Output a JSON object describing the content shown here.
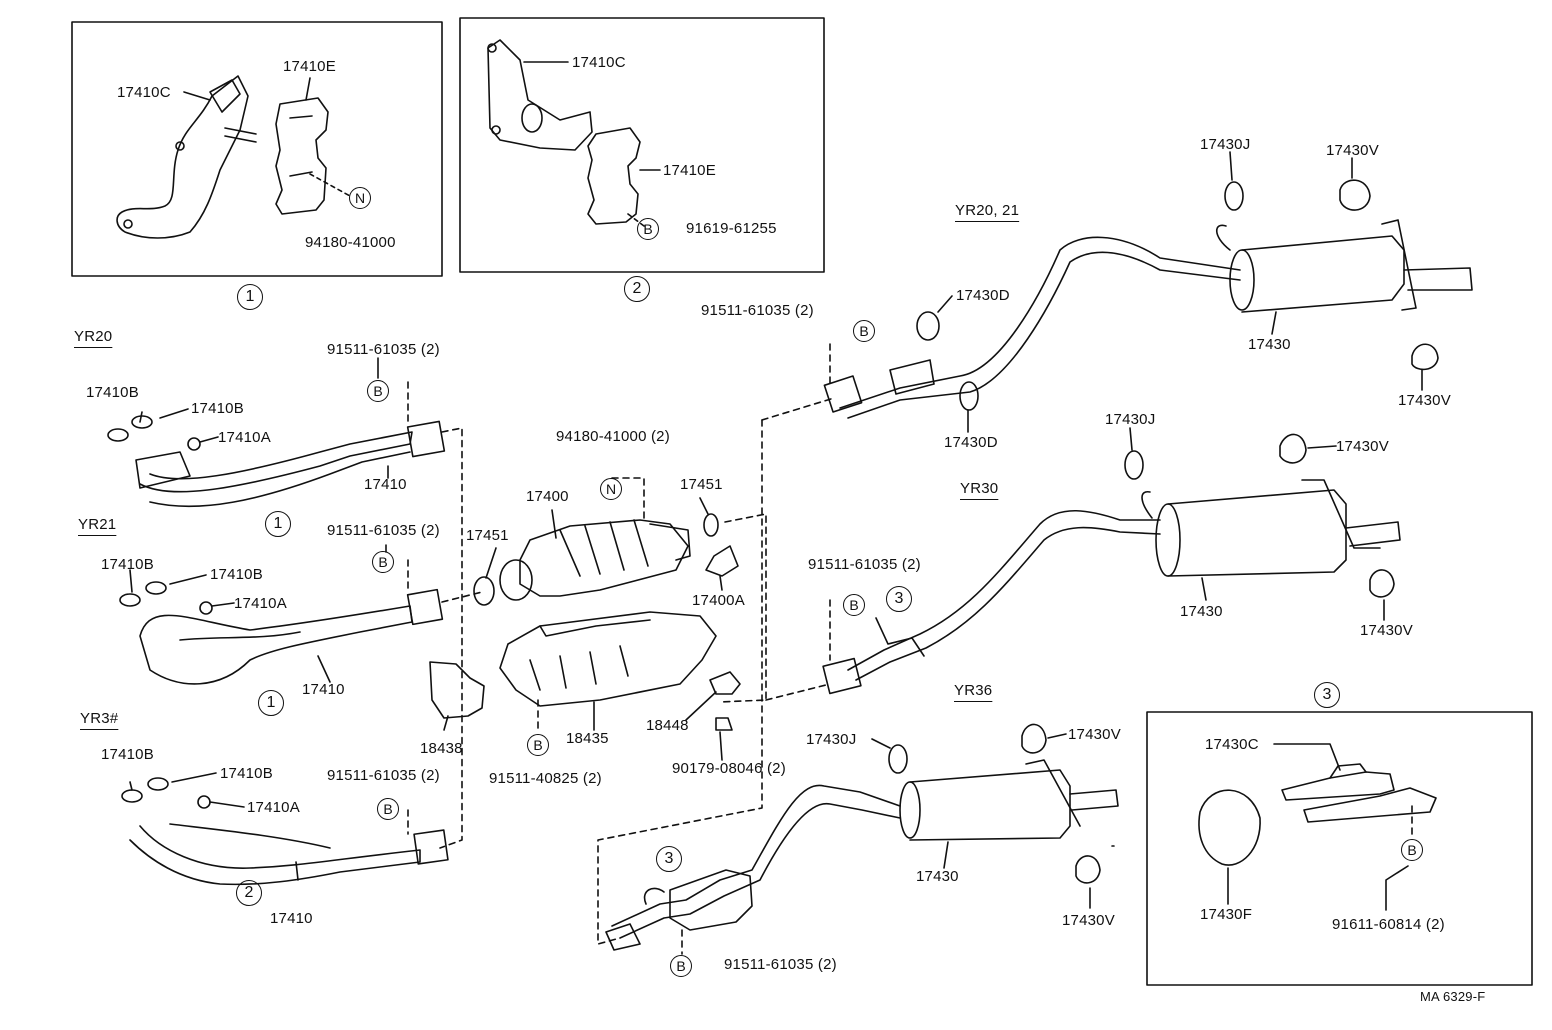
{
  "drawing_id": "MA 6329-F",
  "models": {
    "yr20": "YR20",
    "yr21": "YR21",
    "yr3x": "YR3#",
    "yr20_21": "YR20, 21",
    "yr30": "YR30",
    "yr36": "YR36"
  },
  "marks": {
    "one": "1",
    "two": "2",
    "three": "3",
    "b": "B",
    "n": "N"
  },
  "parts": {
    "p17410C": "17410C",
    "p17410E": "17410E",
    "p94180_41000": "94180-41000",
    "p91619_61255": "91619-61255",
    "p17410B": "17410B",
    "p17410A": "17410A",
    "p17410": "17410",
    "p91511_61035x2": "91511-61035 (2)",
    "p94180_41000x2": "94180-41000 (2)",
    "p17400": "17400",
    "p17451": "17451",
    "p17400A": "17400A",
    "p18438": "18438",
    "p18435": "18435",
    "p18448": "18448",
    "p91511_40825x2": "91511-40825 (2)",
    "p90179_08046x2": "90179-08046 (2)",
    "p17430D": "17430D",
    "p17430J": "17430J",
    "p17430V": "17430V",
    "p17430": "17430",
    "p17430C": "17430C",
    "p17430F": "17430F",
    "p91611_60814x2": "91611-60814 (2)"
  }
}
